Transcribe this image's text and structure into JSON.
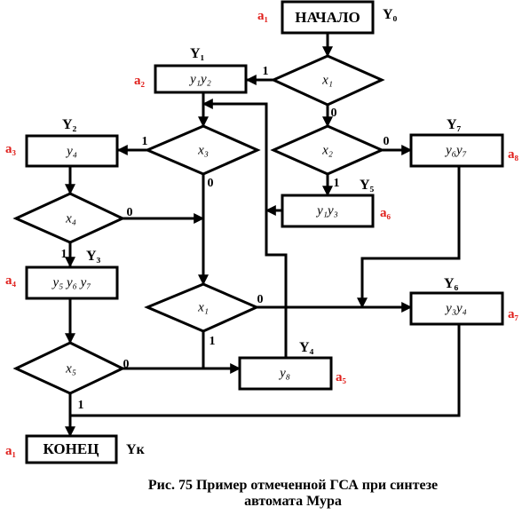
{
  "start_label": "НАЧАЛО",
  "end_label": "КОНЕЦ",
  "operators": {
    "b1": "y₁y₂",
    "b2": "y₄",
    "b3": "y₅ y₆ y₇",
    "b4": "y₈",
    "b5": "y₁y₃",
    "b6": "y₆y₇",
    "b7": "y₃y₄"
  },
  "conditions": {
    "c1": "x₁",
    "c2": "x₃",
    "c3": "x₂",
    "c4": "x₄",
    "c5": "x₁",
    "c6": "x₅"
  },
  "y_labels": {
    "start": "Y₀",
    "b1": "Y₁",
    "b2": "Y₂",
    "b3": "Y₃",
    "b4": "Y₄",
    "b5": "Y₅",
    "b6": "Y₇",
    "b7": "Y₆",
    "end": "Yк"
  },
  "state_marks": {
    "start": "a₁",
    "b1": "a₂",
    "b2": "a₃",
    "b3": "a₄",
    "b4": "a₅",
    "b5": "a₆",
    "b6": "a₈",
    "b7": "a₇",
    "end": "a₁"
  },
  "branch_labels": {
    "one": "1",
    "zero": "0"
  },
  "caption": {
    "line1": "Рис. 75 Пример отмеченной ГСА при синтезе",
    "line2": "автомата Мура"
  }
}
